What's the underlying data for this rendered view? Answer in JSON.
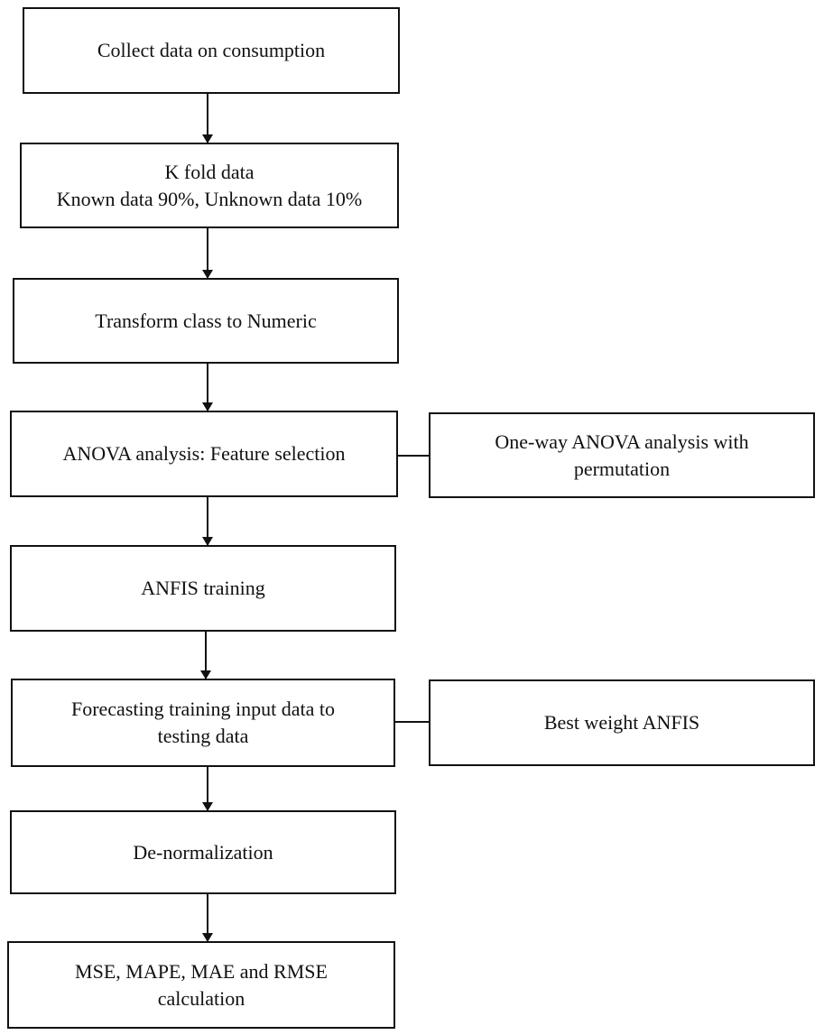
{
  "diagram": {
    "nodes": {
      "collect": {
        "lines": [
          "Collect data on consumption"
        ]
      },
      "kfold": {
        "lines": [
          "K fold data",
          "Known data 90%, Unknown data 10%"
        ]
      },
      "transform": {
        "lines": [
          "Transform class to Numeric"
        ]
      },
      "anova": {
        "lines": [
          "ANOVA analysis: Feature selection"
        ]
      },
      "oneway": {
        "lines": [
          "One-way ANOVA analysis with",
          "permutation"
        ]
      },
      "anfis": {
        "lines": [
          "ANFIS training"
        ]
      },
      "forecast": {
        "lines": [
          "Forecasting training input data to",
          "testing data"
        ]
      },
      "bestweight": {
        "lines": [
          "Best weight ANFIS"
        ]
      },
      "denorm": {
        "lines": [
          "De-normalization"
        ]
      },
      "metrics": {
        "lines": [
          "MSE, MAPE, MAE and RMSE",
          "calculation"
        ]
      }
    },
    "edges": [
      {
        "from": "collect",
        "to": "kfold",
        "type": "arrow"
      },
      {
        "from": "kfold",
        "to": "transform",
        "type": "arrow"
      },
      {
        "from": "transform",
        "to": "anova",
        "type": "arrow"
      },
      {
        "from": "anova",
        "to": "oneway",
        "type": "line"
      },
      {
        "from": "anova",
        "to": "anfis",
        "type": "arrow"
      },
      {
        "from": "anfis",
        "to": "forecast",
        "type": "arrow"
      },
      {
        "from": "forecast",
        "to": "bestweight",
        "type": "line"
      },
      {
        "from": "forecast",
        "to": "denorm",
        "type": "arrow"
      },
      {
        "from": "denorm",
        "to": "metrics",
        "type": "arrow"
      }
    ]
  }
}
